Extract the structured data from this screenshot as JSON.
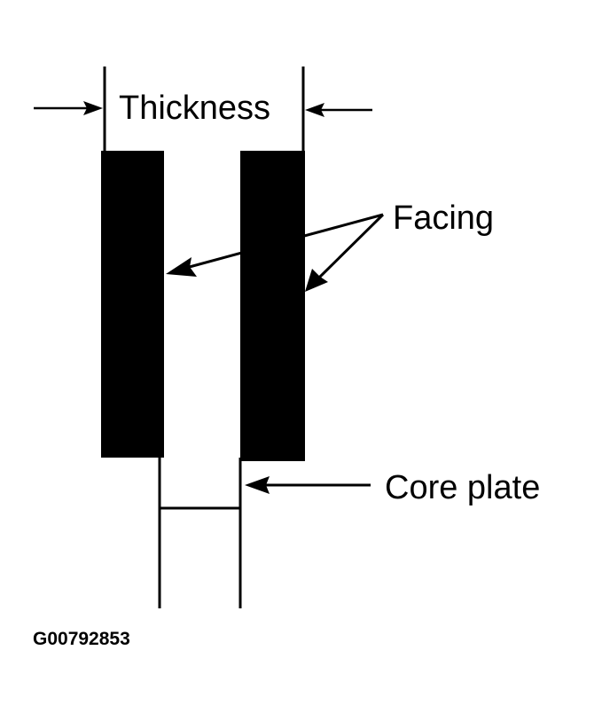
{
  "labels": {
    "thickness": "Thickness",
    "facing": "Facing",
    "core_plate": "Core plate"
  },
  "figure_code": "G00792853",
  "colors": {
    "ink": "#000000",
    "paper": "#ffffff"
  }
}
